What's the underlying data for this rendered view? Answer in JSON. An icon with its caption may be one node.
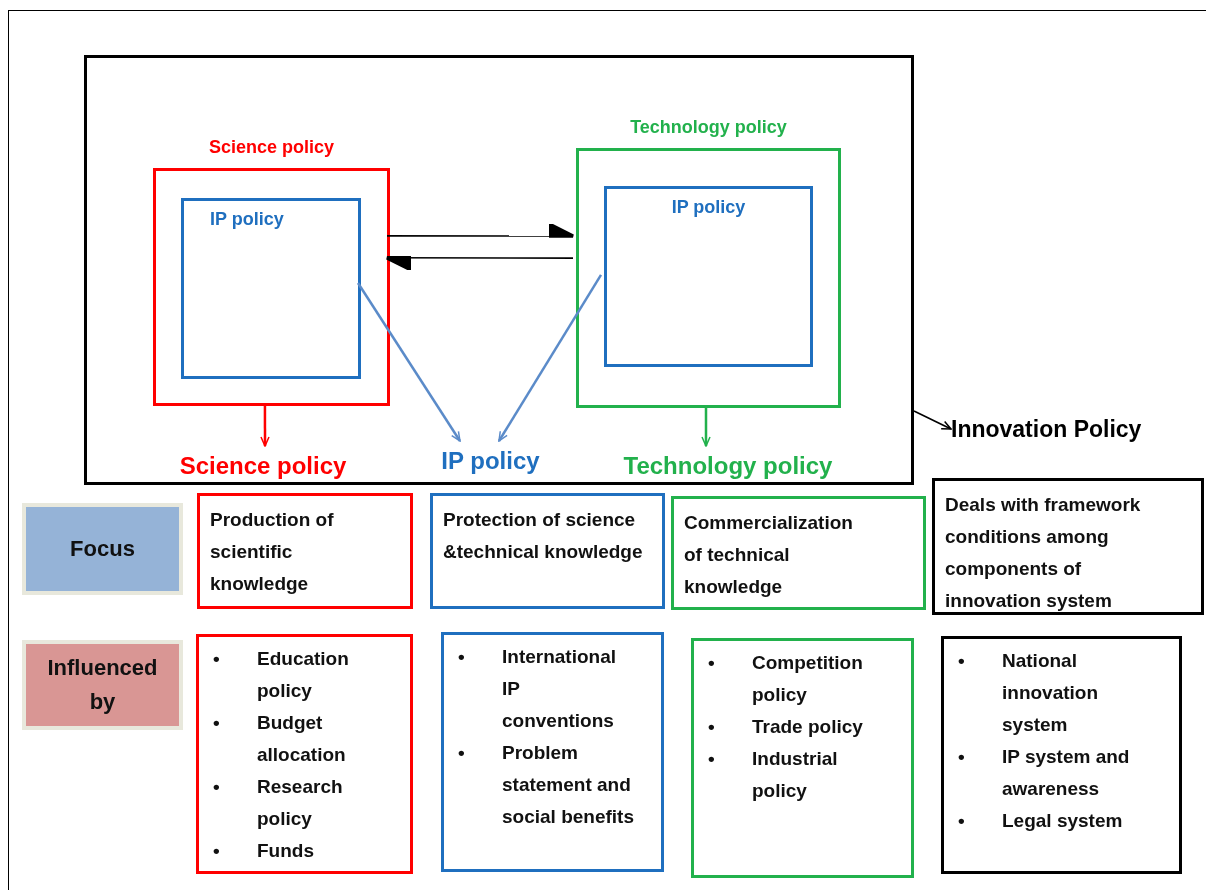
{
  "diagram": {
    "nodes": [
      {
        "text": [],
        "shape": "box"
      },
      {
        "text": [
          "Science policy"
        ],
        "in": 0
      },
      {
        "text": [
          "IP policy"
        ],
        "in": 1
      },
      {
        "text": [
          "Technology policy"
        ],
        "in": 0
      },
      {
        "text": [
          "IP policy"
        ],
        "in": 3
      },
      {
        "text": [
          "Science policy"
        ],
        "in": 0
      },
      {
        "text": [
          "IP policy"
        ],
        "in": 0
      },
      {
        "text": [
          "Technology policy"
        ],
        "in": 0
      },
      {
        "text": [
          "Innovation Policy"
        ]
      },
      {
        "text": [
          "Focus"
        ]
      },
      {
        "text": [
          "Production of scientific knowledge"
        ]
      },
      {
        "text": [
          "Protection of science &technical knowledge"
        ]
      },
      {
        "text": [
          "Commercialization of technical knowledge"
        ]
      },
      {
        "text": [
          "Deals with framework conditions among components of innovation system"
        ]
      },
      {
        "text": [
          "Influenced by"
        ]
      },
      {
        "text": [
          "•\tEducation policy",
          "•\tBudget allocation",
          "•\tResearch policy",
          "•\tFunds"
        ]
      },
      {
        "text": [
          "•\tInternational IP conventions",
          "•\tProblem statement and social benefits"
        ]
      },
      {
        "text": [
          "•\tCompetition policy",
          "•\tTrade policy",
          "•\tIndustrial policy"
        ]
      },
      {
        "text": [
          "•\tNational innovation system",
          "•\tIP system and awareness",
          "•\tLegal system"
        ]
      }
    ],
    "edges": [
      {
        "from": 1,
        "to": 5,
        "arrow": "to",
        "color": "#ff0000"
      },
      {
        "from": 2,
        "to": 6,
        "arrow": "to",
        "color": "#5b8bc9"
      },
      {
        "from": 4,
        "to": 6,
        "arrow": "to",
        "color": "#5b8bc9"
      },
      {
        "from": 3,
        "to": 7,
        "arrow": "to",
        "color": "#22b14c"
      },
      {
        "from": 1,
        "to": 3,
        "arrow": "to"
      },
      {
        "from": 3,
        "to": 1,
        "arrow": "to"
      },
      {
        "from": 0,
        "to": 8,
        "arrow": "to"
      }
    ]
  }
}
